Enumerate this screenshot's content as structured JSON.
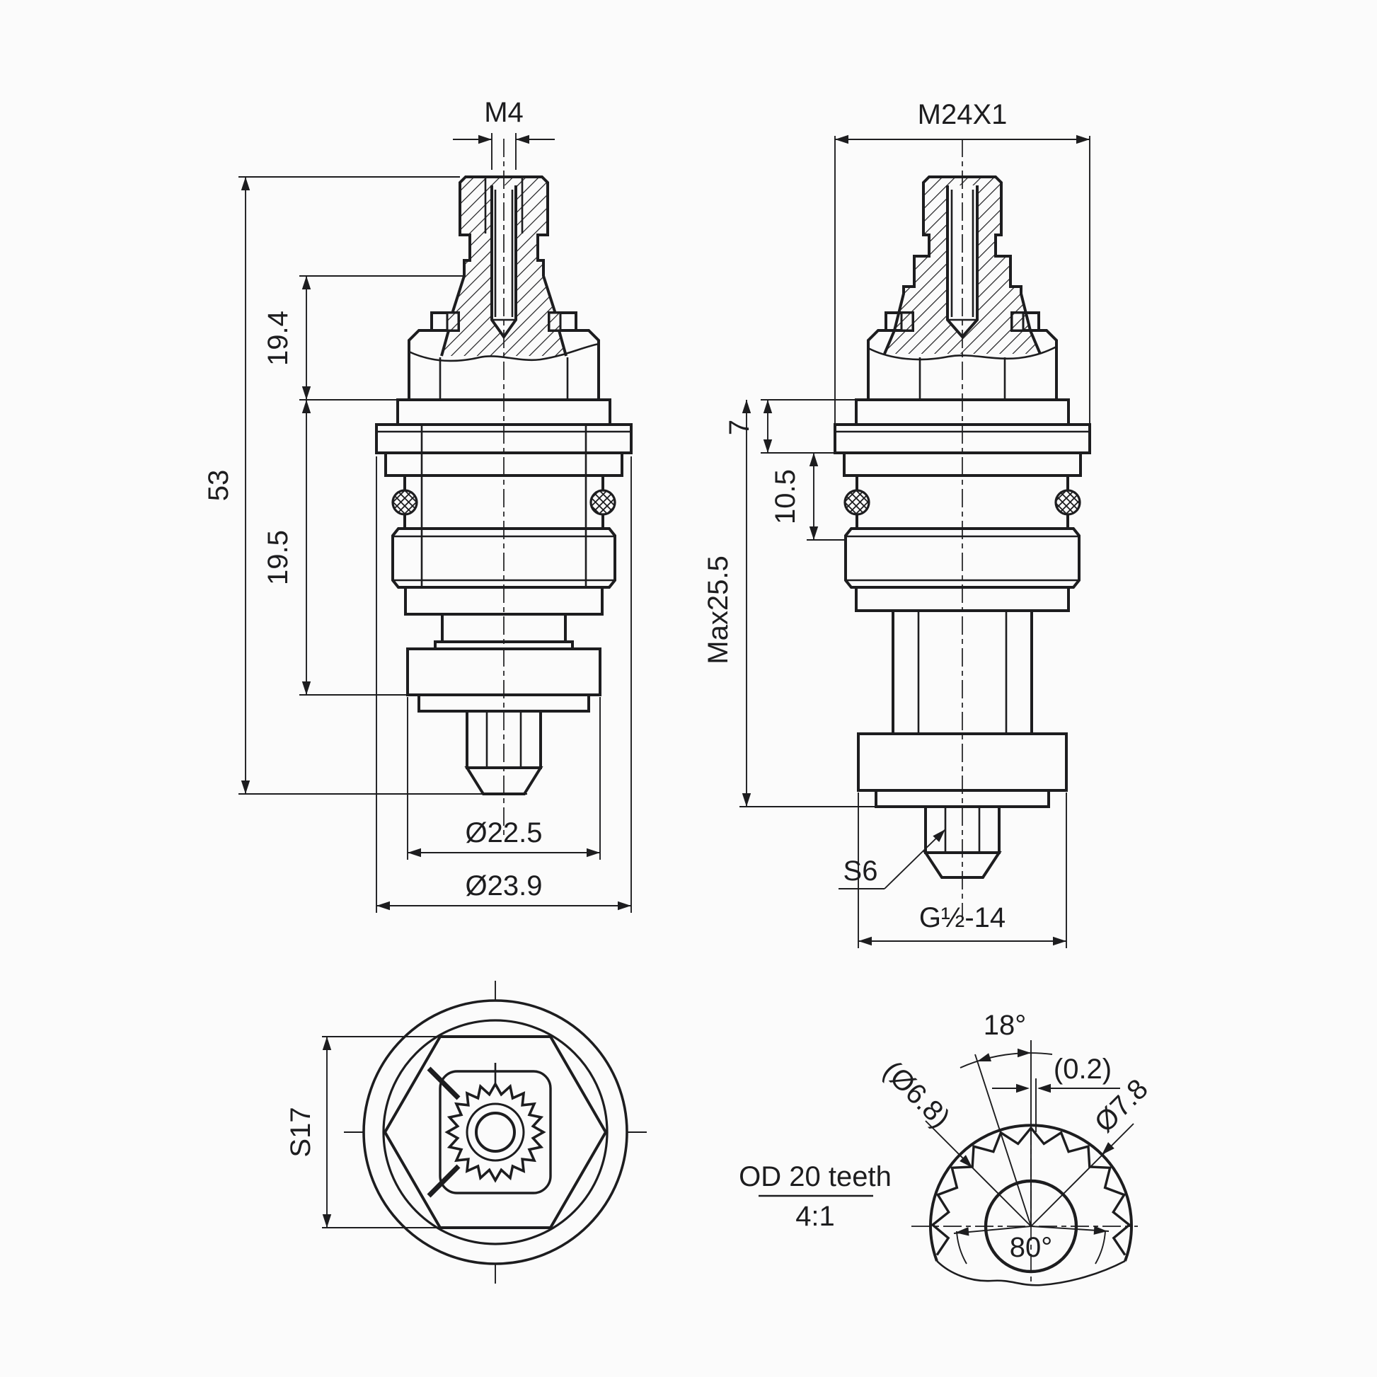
{
  "sheet": {
    "background": "#fbfbfb",
    "ink": "#1d1d1f"
  },
  "front_view": {
    "thread_top": "M4",
    "len_total": "53",
    "len_upper": "19.4",
    "len_lower": "19.5",
    "dia_bottom_flange": "Ø22.5",
    "dia_mid_flange": "Ø23.9"
  },
  "side_view": {
    "thread_body": "M24X1",
    "h_collar": "7",
    "h_mid": "10.5",
    "h_max": "Max25.5",
    "hex_size": "S6",
    "pipe_thread": "G½-14"
  },
  "top_view": {
    "across_flats": "S17"
  },
  "detail_view": {
    "tooth_pitch_angle": "18°",
    "tip_clearance": "(0.2)",
    "root_dia": "(Ø6.8)",
    "outer_dia": "Ø7.8",
    "bottom_angle": "80°",
    "note": "OD 20 teeth",
    "scale": "4:1"
  }
}
